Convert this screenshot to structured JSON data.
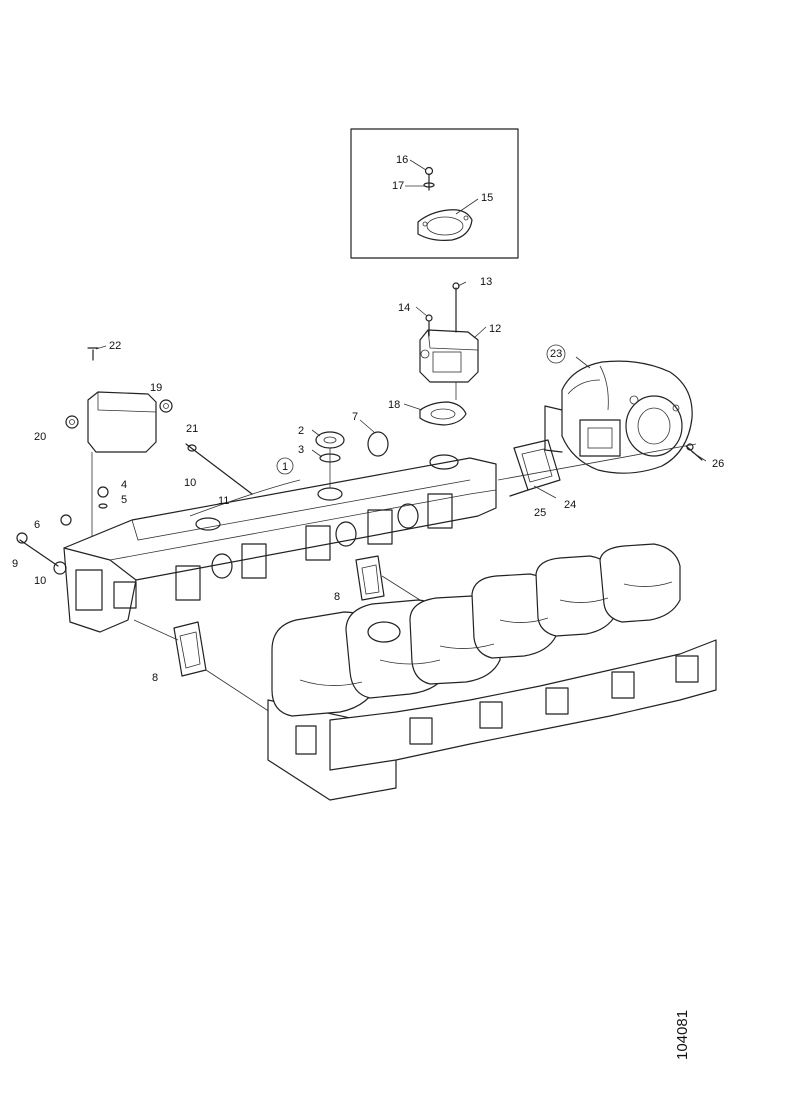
{
  "figure_id": "104081",
  "callouts": {
    "c1": "1",
    "c2": "2",
    "c3": "3",
    "c4": "4",
    "c5": "5",
    "c6": "6",
    "c7": "7",
    "c8a": "8",
    "c8b": "8",
    "c9": "9",
    "c10a": "10",
    "c10b": "10",
    "c11": "11",
    "c12": "12",
    "c13": "13",
    "c14": "14",
    "c15": "15",
    "c16": "16",
    "c17": "17",
    "c18": "18",
    "c19": "19",
    "c20": "20",
    "c21": "21",
    "c22": "22",
    "c23": "23",
    "c24": "24",
    "c25": "25",
    "c26": "26"
  }
}
